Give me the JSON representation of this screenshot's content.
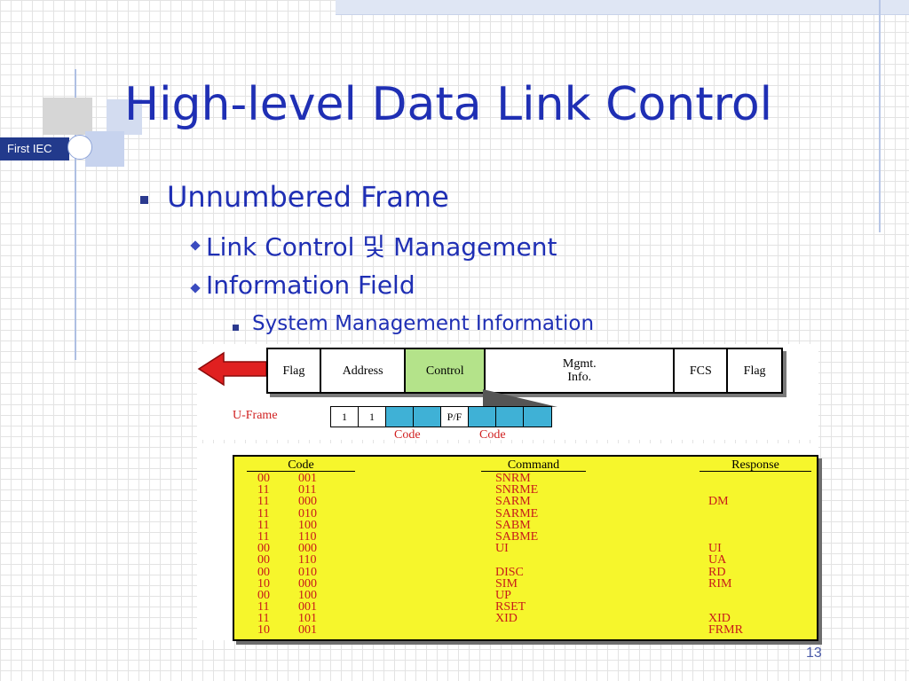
{
  "sidebar": {
    "label": "First  IEC"
  },
  "slide": {
    "title": "High-level Data Link Control",
    "bullets": [
      {
        "level": 1,
        "text": "Unnumbered Frame"
      },
      {
        "level": 2,
        "text": "Link Control 및 Management"
      },
      {
        "level": 2,
        "text": "Information Field"
      },
      {
        "level": 3,
        "text": "System Management Information"
      }
    ],
    "page_number": "13"
  },
  "frame_figure": {
    "fields": [
      {
        "label": "Flag"
      },
      {
        "label": "Address"
      },
      {
        "label": "Control"
      },
      {
        "label": "Mgmt.\nInfo."
      },
      {
        "label": "FCS"
      },
      {
        "label": "Flag"
      }
    ],
    "uframe_label": "U-Frame",
    "bits": [
      "1",
      "1",
      "",
      "",
      "P/F",
      "",
      "",
      ""
    ],
    "code_labels": [
      "Code",
      "Code"
    ],
    "colors": {
      "control": "#b4e38a",
      "bits": "#3fb1d6",
      "arrow": "#e02020",
      "labels": "#d01f1f"
    }
  },
  "command_table": {
    "headers": {
      "code": "Code",
      "command": "Command",
      "response": "Response"
    },
    "rows": [
      {
        "a": "00",
        "b": "001",
        "command": "SNRM",
        "response": ""
      },
      {
        "a": "11",
        "b": "011",
        "command": "SNRME",
        "response": ""
      },
      {
        "a": "11",
        "b": "000",
        "command": "SARM",
        "response": "DM"
      },
      {
        "a": "11",
        "b": "010",
        "command": "SARME",
        "response": ""
      },
      {
        "a": "11",
        "b": "100",
        "command": "SABM",
        "response": ""
      },
      {
        "a": "11",
        "b": "110",
        "command": "SABME",
        "response": ""
      },
      {
        "a": "00",
        "b": "000",
        "command": "UI",
        "response": "UI"
      },
      {
        "a": "00",
        "b": "110",
        "command": "",
        "response": "UA"
      },
      {
        "a": "00",
        "b": "010",
        "command": "DISC",
        "response": "RD"
      },
      {
        "a": "10",
        "b": "000",
        "command": "SIM",
        "response": "RIM"
      },
      {
        "a": "00",
        "b": "100",
        "command": "UP",
        "response": ""
      },
      {
        "a": "11",
        "b": "001",
        "command": "RSET",
        "response": ""
      },
      {
        "a": "11",
        "b": "101",
        "command": "XID",
        "response": "XID"
      },
      {
        "a": "10",
        "b": "001",
        "command": "",
        "response": "FRMR"
      }
    ],
    "colors": {
      "background": "#f6f62c",
      "text": "#c81a1a"
    }
  }
}
